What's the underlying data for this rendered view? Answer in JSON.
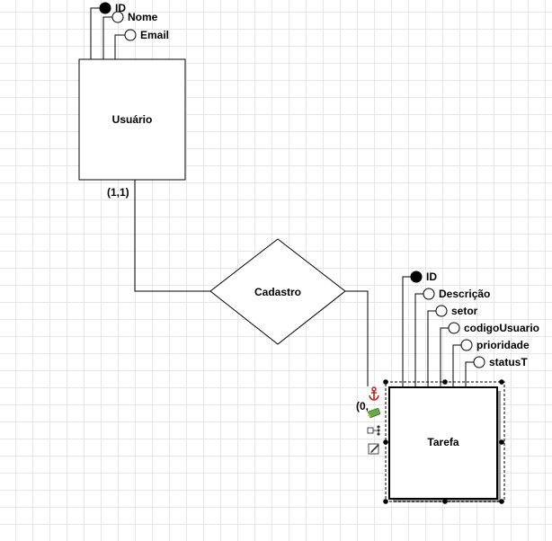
{
  "entities": [
    {
      "name": "Usuário",
      "attributes": [
        {
          "label": "ID",
          "key": true
        },
        {
          "label": "Nome",
          "key": false
        },
        {
          "label": "Email",
          "key": false
        }
      ]
    },
    {
      "name": "Tarefa",
      "attributes": [
        {
          "label": "ID",
          "key": true
        },
        {
          "label": "Descrição",
          "key": false
        },
        {
          "label": "setor",
          "key": false
        },
        {
          "label": "codigoUsuario",
          "key": false
        },
        {
          "label": "prioridade",
          "key": false
        },
        {
          "label": "statusT",
          "key": false
        }
      ]
    }
  ],
  "relationship": {
    "name": "Cadastro",
    "cardinality_left": "(1,1)",
    "cardinality_right": "(0,"
  },
  "toolbar": {
    "icons": [
      "anchor-icon",
      "edit-pencil-icon",
      "connector-icon",
      "note-edit-icon"
    ]
  },
  "colors": {
    "line": "#000000",
    "grid": "#e6e6e6",
    "anchor": "#b22222"
  }
}
